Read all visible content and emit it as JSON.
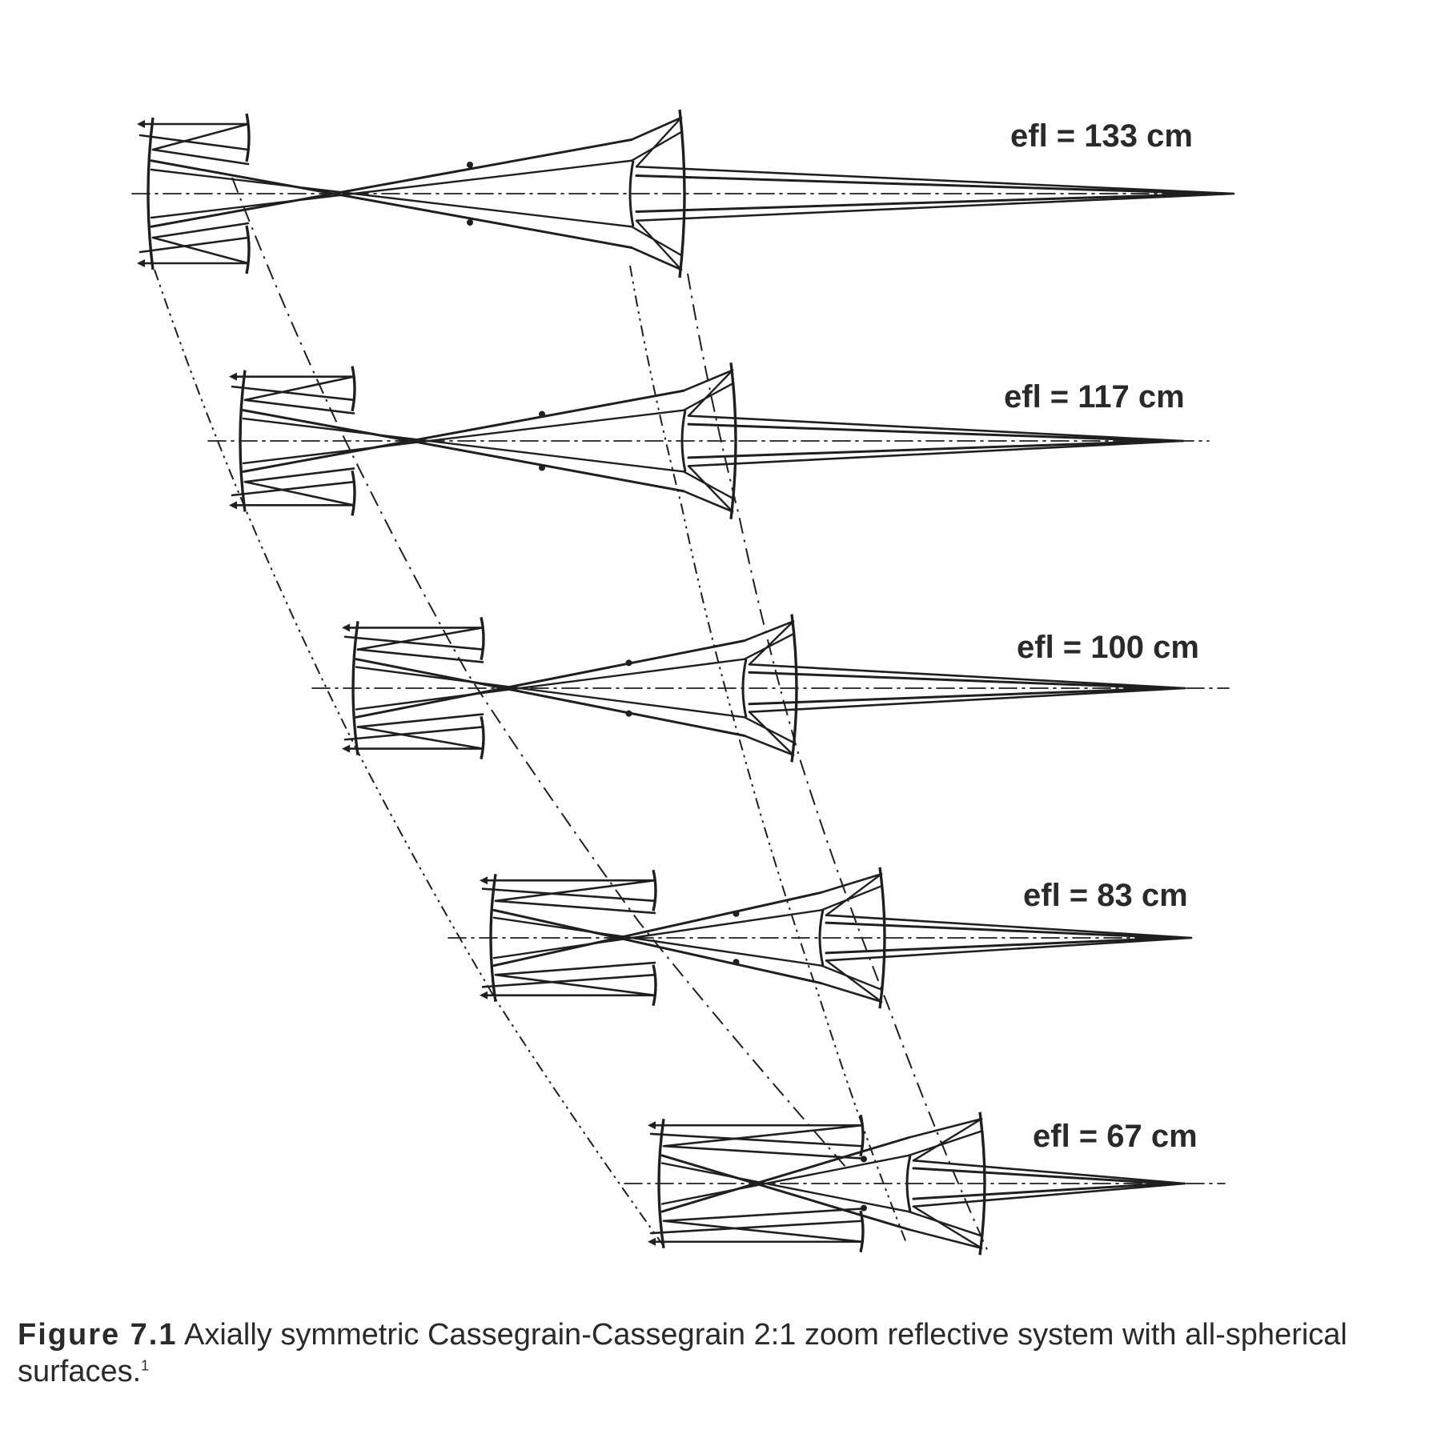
{
  "configurations": [
    {
      "label": "efl = 133 cm"
    },
    {
      "label": "efl = 117 cm"
    },
    {
      "label": "efl = 100 cm"
    },
    {
      "label": "efl = 83 cm"
    },
    {
      "label": "efl = 67 cm"
    }
  ],
  "caption": {
    "figure_label": "Figure 7.1",
    "text": "Axially symmetric Cassegrain-Cassegrain 2:1 zoom reflective system with all-spherical surfaces.",
    "footnote": "1"
  },
  "colors": {
    "ink": "#1f1f1f",
    "background": "#ffffff"
  }
}
